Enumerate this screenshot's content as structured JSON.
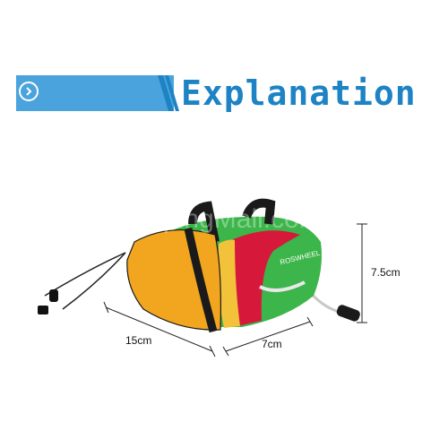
{
  "header": {
    "title": "Explanation",
    "arrow_icon": "chevron-right-icon",
    "banner_color": "#4aa3dc",
    "title_color": "#1d83c4"
  },
  "product": {
    "brand": "ROSWHEEL",
    "watermark": "ShoppingMall.com",
    "colors": {
      "side": "#f2a51e",
      "body": "#3cb54a",
      "stripe": "#d6193a",
      "straps": "#1a1a1a"
    }
  },
  "dimensions": {
    "length": "15cm",
    "width": "7cm",
    "height": "7.5cm"
  }
}
